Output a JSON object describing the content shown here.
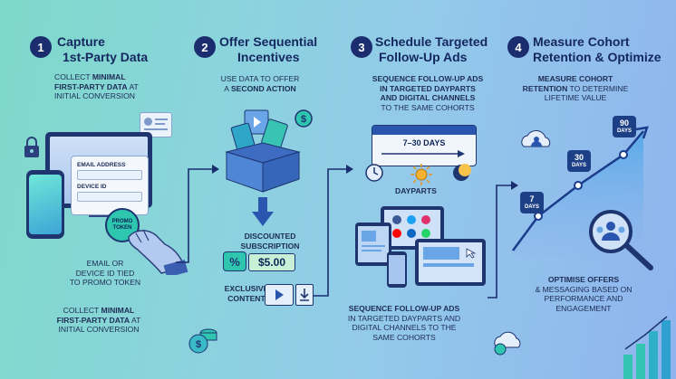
{
  "steps": [
    {
      "number": "1",
      "title_line1": "Capture",
      "title_line2": "1st-Party Data",
      "desc_line1_pre": "COLLECT ",
      "desc_line1_bold": "MINIMAL",
      "desc_line2_bold": "FIRST-PARTY DATA",
      "desc_line2_post": " AT",
      "desc_line3": "INITIAL CONVERSION"
    },
    {
      "number": "2",
      "title_line1": "Offer Sequential",
      "title_line2": "Incentives",
      "desc_line1": "USE DATA TO OFFER",
      "desc_line2_pre": "A ",
      "desc_line2_bold": "SECOND ACTION"
    },
    {
      "number": "3",
      "title_line1": "Schedule Targeted",
      "title_line2": "Follow-Up Ads",
      "desc_line1": "SEQUENCE FOLLOW-UP ADS",
      "desc_line2_pre": "IN TARGETED DAYPARTS",
      "desc_line3_pre": "AND DIGITAL CHANNELS",
      "desc_line4": "TO THE SAME COHORTS"
    },
    {
      "number": "4",
      "title_line1": "Measure Cohort",
      "title_line2": "Retention & Optimize",
      "desc_line1": "MEASURE COHORT",
      "desc_line2_bold": "RETENTION",
      "desc_line2_post": " TO DETERMINE",
      "desc_line3": "LIFETIME VALUE"
    }
  ],
  "form": {
    "email_label": "EMAIL ADDRESS",
    "device_label": "DEVICE ID"
  },
  "promo_token": "PROMO TOKEN",
  "step1_caption": [
    "EMAIL OR",
    "DEVICE ID TIED",
    "TO PROMO TOKEN"
  ],
  "step1_bottom": {
    "line1_pre": "COLLECT ",
    "line1_bold": "MINIMAL",
    "line2_bold": "FIRST-PARTY DATA",
    "line2_post": " AT",
    "line3": "INITIAL CONVERSION"
  },
  "step2_labels": {
    "discounted_line1": "DISCOUNTED",
    "discounted_line2": "SUBSCRIPTION",
    "price": "$5.00",
    "percent_symbol": "%",
    "exclusive_line1": "EXCLUSIVE",
    "exclusive_line2": "CONTENT"
  },
  "step3_calendar": {
    "range": "7–30 DAYS",
    "dayparts": "DAYPARTS"
  },
  "step3_bottom": [
    "SEQUENCE FOLLOW-UP ADS",
    "IN TARGETED DAYPARTS AND",
    "DIGITAL CHANNELS TO THE",
    "SAME COHORTS"
  ],
  "step4_chart": {
    "points": [
      {
        "label": "7",
        "unit": "DAYS"
      },
      {
        "label": "30",
        "unit": "DAYS"
      },
      {
        "label": "90",
        "unit": "DAYS"
      }
    ]
  },
  "step4_bottom": [
    "OPTIMISE OFFERS",
    "& MESSAGING BASED ON",
    "PERFORMANCE AND",
    "ENGAGEMENT"
  ],
  "colors": {
    "navy": "#1b2d6e",
    "accent_blue": "#1d3f86",
    "teal": "#7ed9c9",
    "sky": "#8fb4ee"
  }
}
